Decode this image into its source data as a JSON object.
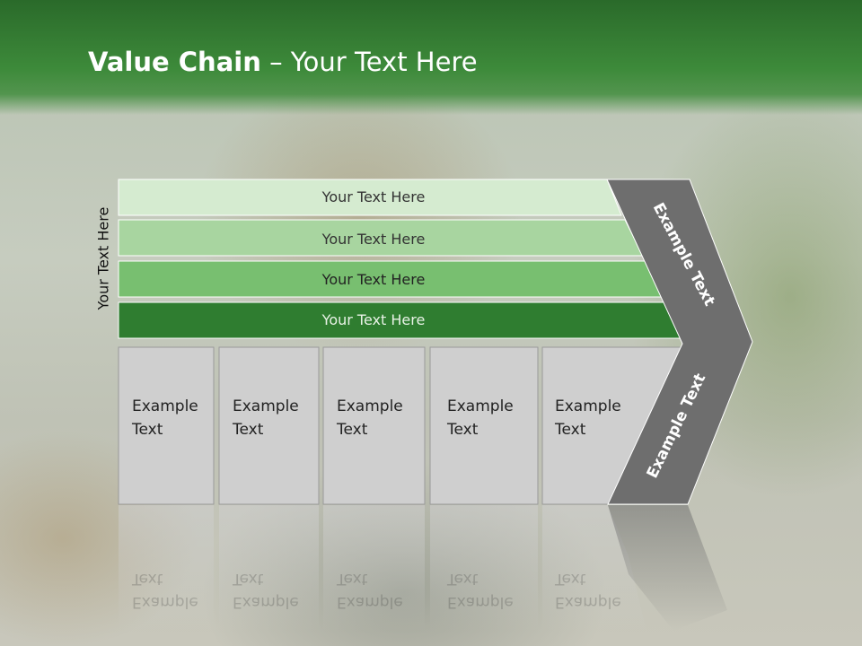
{
  "title": {
    "bold": "Value Chain",
    "rest": "– Your Text Here"
  },
  "side_label": "Your Text Here",
  "bands": [
    {
      "label": "Your Text Here",
      "color": "#d5ebd0",
      "text_color": "#333333"
    },
    {
      "label": "Your Text Here",
      "color": "#a8d5a0",
      "text_color": "#333333"
    },
    {
      "label": "Your Text Here",
      "color": "#78bf70",
      "text_color": "#222222"
    },
    {
      "label": "Your Text Here",
      "color": "#2f7d30",
      "text_color": "#e8f2e6"
    }
  ],
  "cells": [
    {
      "line1": "Example",
      "line2": "Text"
    },
    {
      "line1": "Example",
      "line2": "Text"
    },
    {
      "line1": "Example",
      "line2": "Text"
    },
    {
      "line1": "Example",
      "line2": "Text"
    },
    {
      "line1": "Example",
      "line2": "Text"
    }
  ],
  "chevron": {
    "upper_label": "Example Text",
    "lower_label": "Example Text",
    "color": "#6e6e6e"
  },
  "colors": {
    "header": "#3d8a3a",
    "cell_fill": "#cfcfcf",
    "cell_border": "#9a9a9a"
  }
}
